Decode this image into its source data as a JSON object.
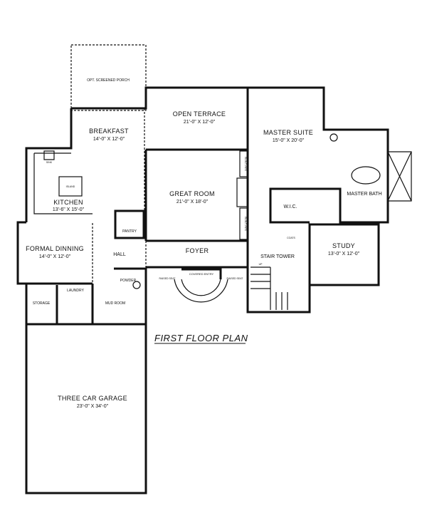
{
  "plan": {
    "title": "FIRST FLOOR PLAN",
    "rooms": [
      {
        "name": "OPT. SCREENED PORCH",
        "size": ""
      },
      {
        "name": "BREAKFAST",
        "size": "14'-0\" X 12'-0\""
      },
      {
        "name": "OPEN TERRACE",
        "size": "21'-0\" X 12'-0\""
      },
      {
        "name": "MASTER SUITE",
        "size": "15'-0\" X 20'-0\""
      },
      {
        "name": "KITCHEN",
        "size": "13'-6\" X 15'-0\""
      },
      {
        "name": "GREAT ROOM",
        "size": "21'-0\" X 18'-0\""
      },
      {
        "name": "MASTER BATH",
        "size": ""
      },
      {
        "name": "W.I.C.",
        "size": ""
      },
      {
        "name": "FORMAL DINNING",
        "size": "14'-0\" X 12'-0\""
      },
      {
        "name": "HALL",
        "size": ""
      },
      {
        "name": "FOYER",
        "size": ""
      },
      {
        "name": "STAIR TOWER",
        "size": ""
      },
      {
        "name": "STUDY",
        "size": "13'-0\" X 12'-0\""
      },
      {
        "name": "THREE CAR GARAGE",
        "size": "23'-0\" X 34'-0\""
      },
      {
        "name": "PANTRY",
        "size": ""
      },
      {
        "name": "POWDER",
        "size": ""
      },
      {
        "name": "LAUNDRY",
        "size": ""
      },
      {
        "name": "MUD ROOM",
        "size": ""
      },
      {
        "name": "STORAGE",
        "size": ""
      }
    ],
    "small_labels": {
      "island": "ISLAND",
      "built_ins_1": "BUILT-IN'S",
      "built_ins_2": "BUILT-IN'S",
      "covered_entry": "COVERED ENTRY",
      "raised_seat_1": "RAISED SEAT",
      "raised_seat_2": "RAISED SEAT",
      "coats": "COATS",
      "sink": "SINK",
      "up": "UP"
    }
  }
}
